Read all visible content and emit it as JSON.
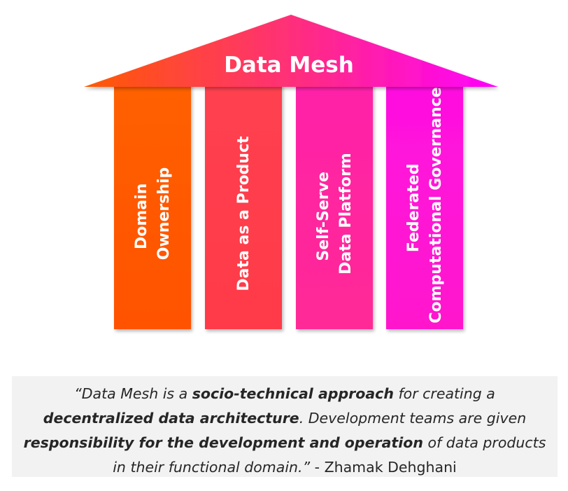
{
  "diagram": {
    "title": "Data Mesh",
    "pillars": [
      {
        "lines": [
          "Domain",
          "Ownership"
        ]
      },
      {
        "lines": [
          "Data as a Product"
        ]
      },
      {
        "lines": [
          "Self-Serve",
          "Data Platform"
        ]
      },
      {
        "lines": [
          "Federated",
          "Computational Governance"
        ]
      }
    ],
    "colors": {
      "gradient_start": "#ff5a00",
      "gradient_mid": "#ff2f7a",
      "gradient_end": "#ff00ff",
      "text": "#ffffff",
      "quote_background": "#f2f2f2",
      "quote_text": "#262626"
    }
  },
  "quote": {
    "p1": "“Data Mesh is a ",
    "b1": "socio-technical approach",
    "p2": " for creating a ",
    "b2": "decentralized data architecture",
    "p3": ". Development teams are given ",
    "b3": "responsibility for the development and operation",
    "p4": " of data products in their functional domain.”",
    "attribution": " - Zhamak Dehghani"
  }
}
